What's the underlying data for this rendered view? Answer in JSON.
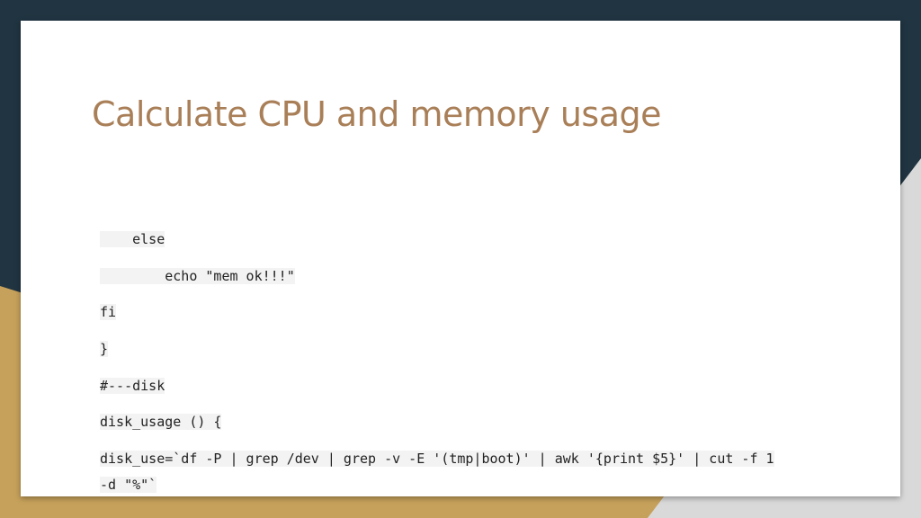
{
  "slide": {
    "title": "Calculate CPU and memory usage",
    "code_lines": [
      "    else",
      "        echo \"mem ok!!!\"",
      "fi",
      "}",
      "#---disk",
      "disk_usage () {",
      "disk_use=`df -P | grep /dev | grep -v -E '(tmp|boot)' | awk '{print $5}' | cut -f 1",
      "-d \"%\"`"
    ]
  },
  "colors": {
    "background": "#203441",
    "accent_gold": "#c6a15b",
    "accent_gray": "#d9d9d9",
    "title": "#a97f58",
    "code_highlight": "#f3f3f3"
  }
}
